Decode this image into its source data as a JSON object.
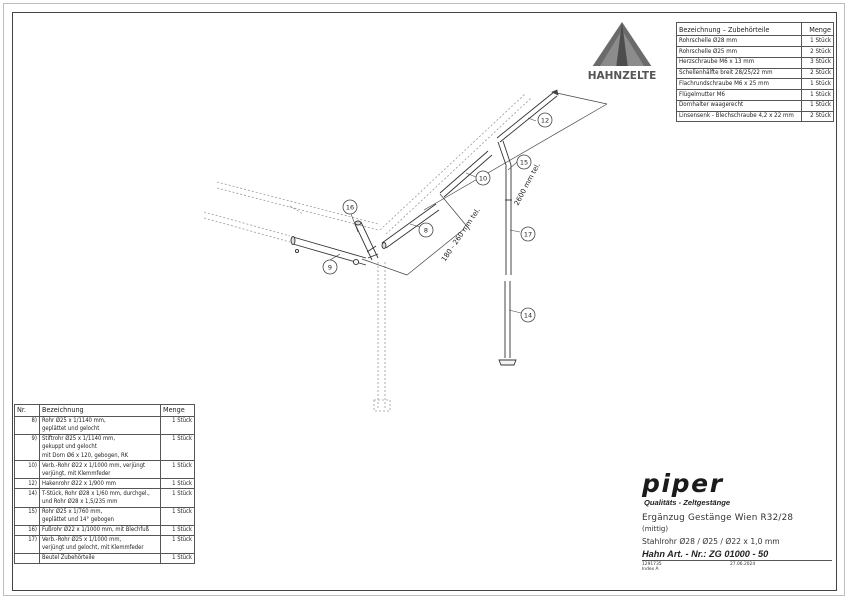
{
  "logo": {
    "brand_text": "HAHNZELTE"
  },
  "accessory_table": {
    "header": {
      "name": "Bezeichnung – Zubehörteile",
      "qty": "Menge"
    },
    "rows": [
      {
        "name": "Rohrschelle Ø28 mm",
        "qty": "1 Stück"
      },
      {
        "name": "Rohrschelle Ø25 mm",
        "qty": "2 Stück"
      },
      {
        "name": "Herzschraube M6 x 13 mm",
        "qty": "3 Stück"
      },
      {
        "name": "Schellenhälfte breit 28/25/22 mm",
        "qty": "2 Stück"
      },
      {
        "name": "Flachrundschraube M6 x 25 mm",
        "qty": "1 Stück"
      },
      {
        "name": "Flügelmutter M6",
        "qty": "1 Stück"
      },
      {
        "name": "Dornhalter waagerecht",
        "qty": "1 Stück"
      },
      {
        "name": "Linsensenk - Blechschraube 4,2 x 22 mm",
        "qty": "2 Stück"
      }
    ]
  },
  "parts_table": {
    "header": {
      "nr": "Nr.",
      "name": "Bezeichnung",
      "qty": "Menge"
    },
    "rows": [
      {
        "nr": "8)",
        "lines": [
          "Rohr Ø25 x 1/1140 mm,",
          "geplättet und gelocht"
        ],
        "qty": "1 Stück"
      },
      {
        "nr": "9)",
        "lines": [
          "Stiftrohr Ø25 x 1/1140 mm,",
          "gekuppt und gelocht",
          "mit Dorn Ø6 x 120, gebogen, RK"
        ],
        "qty": "1 Stück"
      },
      {
        "nr": "10)",
        "lines": [
          "Verb.-Rohr Ø22 x 1/1000 mm, verjüngt",
          "verjüngt, mit Klemmfeder"
        ],
        "qty": "1 Stück"
      },
      {
        "nr": "12)",
        "lines": [
          "Hakenrohr Ø22 x 1/900 mm"
        ],
        "qty": "1 Stück"
      },
      {
        "nr": "14)",
        "lines": [
          "T-Stück, Rohr Ø28 x 1/60 mm, durchgel.,",
          "und Rohr Ø28 x 1,5/235 mm"
        ],
        "qty": "1 Stück"
      },
      {
        "nr": "15)",
        "lines": [
          "Rohr Ø25 x 1/760 mm,",
          "geplättet und 14° gebogen"
        ],
        "qty": "1 Stück"
      },
      {
        "nr": "16)",
        "lines": [
          "Fußrohr Ø22 x 1/1000 mm, mit Blechfuß"
        ],
        "qty": "1 Stück"
      },
      {
        "nr": "17)",
        "lines": [
          "Verb.-Rohr Ø25 x 1/1000 mm,",
          "verjüngt und gelocht, mit Klemmfeder"
        ],
        "qty": "1 Stück"
      },
      {
        "nr": "",
        "lines": [
          "Beutel Zubehörteile"
        ],
        "qty": "1 Stück"
      }
    ]
  },
  "drawing": {
    "callouts": [
      "8",
      "9",
      "10",
      "12",
      "14",
      "15",
      "16",
      "17"
    ],
    "dimensions": [
      "180 - 260 mm tel.",
      "2600 mm tel."
    ]
  },
  "title_block": {
    "brand": "piper",
    "tagline": "Qualitäts - Zeltgestänge",
    "product": "Ergänzug Gestänge Wien R32/28",
    "subtitle": "(mittig)",
    "specs": "Stahlrohr Ø28 / Ø25 / Ø22 x 1,0 mm",
    "article": "Hahn Art. - Nr.: ZG 01000 - 50",
    "code": "1291735",
    "date": "27.06.2024",
    "index": "Index A"
  }
}
